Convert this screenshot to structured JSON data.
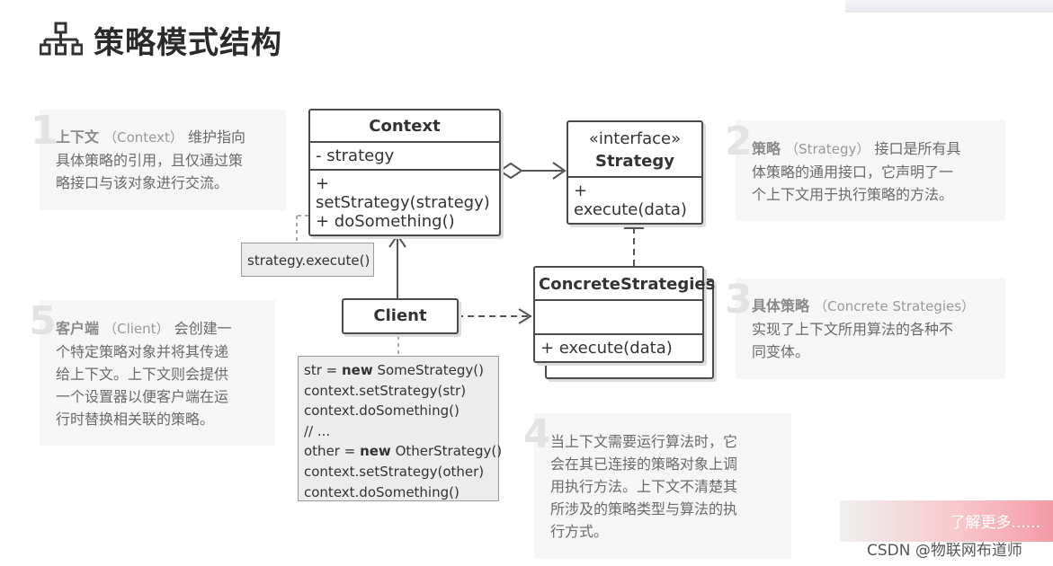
{
  "title": "策略模式结构",
  "notes": [
    {
      "num": "1",
      "head": "上下文",
      "en": "（Context）",
      "rest": "维护指向具体策略的引用，且仅通过策略接口与该对象进行交流。",
      "lines": [
        "维护指向",
        "具体策略的引用，且仅通过策",
        "略接口与该对象进行交流。"
      ]
    },
    {
      "num": "2",
      "head": "策略",
      "en": "（Strategy）",
      "rest": "接口是所有具体策略的通用接口，它声明了一个上下文用于执行策略的方法。",
      "lines": [
        "接口是所有具",
        "体策略的通用接口，它声明了一",
        "个上下文用于执行策略的方法。"
      ]
    },
    {
      "num": "3",
      "head": "具体策略",
      "en": "（Concrete Strategies）",
      "rest": "实现了上下文所用算法的各种不同变体。",
      "lines": [
        "",
        "实现了上下文所用算法的各种不",
        "同变体。"
      ]
    },
    {
      "num": "4",
      "head": "",
      "en": "",
      "rest": "",
      "lines": [
        "当上下文需要运行算法时，它",
        "会在其已连接的策略对象上调",
        "用执行方法。上下文不清楚其",
        "所涉及的策略类型与算法的执",
        "行方式。"
      ]
    },
    {
      "num": "5",
      "head": "客户端",
      "en": "（Client）",
      "rest": "",
      "lines": [
        "会创建一",
        "个特定策略对象并将其传递",
        "给上下文。上下文则会提供",
        "一个设置器以便客户端在运",
        "行时替换相关联的策略。"
      ]
    }
  ],
  "context_box": {
    "name": "Context",
    "field": "- strategy",
    "method1": "+ setStrategy(strategy)",
    "method2": "+ doSomething()"
  },
  "strategy_box": {
    "stereotype": "«interface»",
    "name": "Strategy",
    "method": "+ execute(data)"
  },
  "concrete_box": {
    "name": "ConcreteStrategies",
    "method": "+ execute(data)"
  },
  "client_box": {
    "name": "Client"
  },
  "context_note": "strategy.execute()",
  "client_code": [
    {
      "kw": "",
      "pre": "str = ",
      "bold": "new",
      "post": " SomeStrategy()"
    },
    {
      "pre": "context.setStrategy(str)",
      "bold": "",
      "post": ""
    },
    {
      "pre": "context.doSomething()",
      "bold": "",
      "post": ""
    },
    {
      "pre": "// ...",
      "bold": "",
      "post": ""
    },
    {
      "pre": "other = ",
      "bold": "new",
      "post": " OtherStrategy()"
    },
    {
      "pre": "context.setStrategy(other)",
      "bold": "",
      "post": ""
    },
    {
      "pre": "context.doSomething()",
      "bold": "",
      "post": ""
    }
  ],
  "promo_text": "了解更多......",
  "watermark": "CSDN @物联网布道师"
}
